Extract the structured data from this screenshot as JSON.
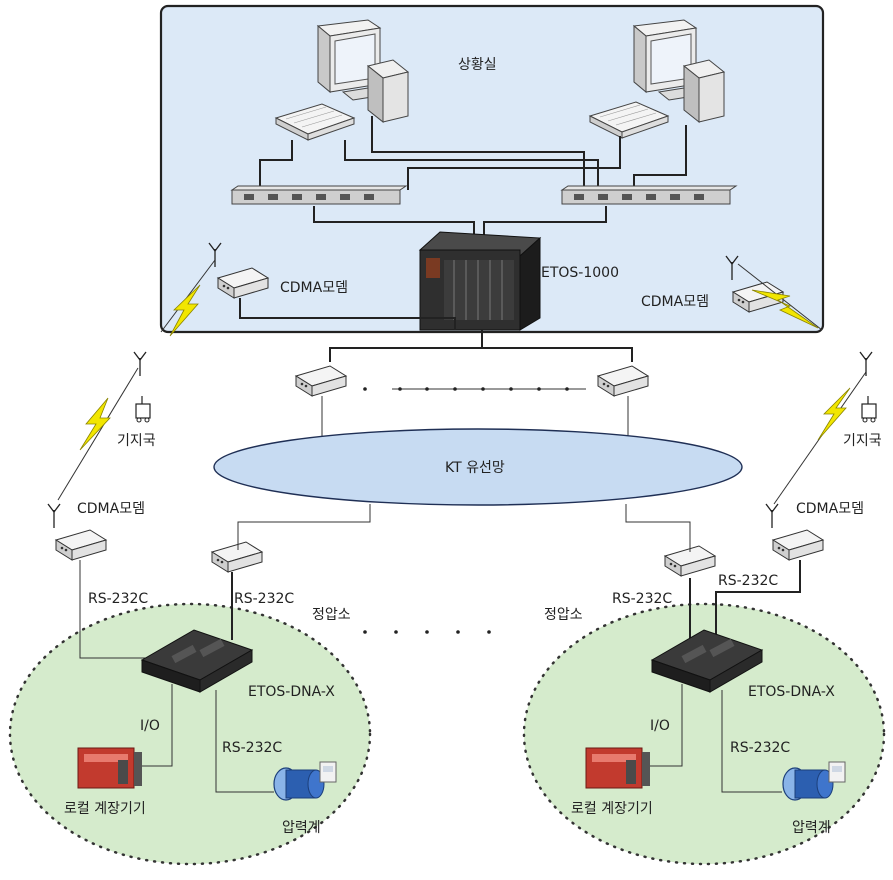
{
  "labels": {
    "control_room": "상황실",
    "etos1000": "ETOS-1000",
    "cdma_modem_left": "CDMA모뎀",
    "cdma_modem_right": "CDMA모뎀",
    "cdma_modem_bottom_left": "CDMA모뎀",
    "cdma_modem_bottom_right": "CDMA모뎀",
    "base_station_left": "기지국",
    "base_station_right": "기지국",
    "kt_network": "KT 유선망",
    "rs232c_1": "RS-232C",
    "rs232c_2": "RS-232C",
    "rs232c_3": "RS-232C",
    "rs232c_4": "RS-232C",
    "rs232c_5": "RS-232C",
    "rs232c_6": "RS-232C",
    "station_left": "정압소",
    "station_right": "정압소",
    "etos_dna_left": "ETOS-DNA-X",
    "etos_dna_right": "ETOS-DNA-X",
    "io_left": "I/O",
    "io_right": "I/O",
    "local_device_left": "로컬 계장기기",
    "local_device_right": "로컬 계장기기",
    "pressure_left": "압력계",
    "pressure_right": "압력계"
  },
  "colors": {
    "control_room_fill": "#dce9f7",
    "network_fill": "#c7dbf2",
    "station_fill": "#d5ebcc",
    "wire": "#222222",
    "bolt": "#f2e600"
  },
  "icons": [
    "computer-icon",
    "keyboard-icon",
    "hub-icon",
    "modem-icon",
    "antenna-icon",
    "base-station-icon",
    "rack-server-icon",
    "controller-icon",
    "meter-device-icon",
    "pressure-gauge-icon"
  ]
}
